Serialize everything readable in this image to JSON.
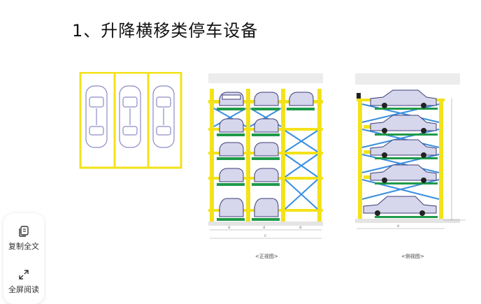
{
  "heading": "1、升降横移类停车设备",
  "figures": {
    "front_caption": "<正视图>",
    "side_caption": "<侧视图>",
    "dim_labels": [
      "a",
      "a",
      "a",
      "c",
      "e"
    ]
  },
  "toolbar": {
    "copy_label": "复制全文",
    "expand_label": "全屏阅读"
  },
  "colors": {
    "frame_yellow": "#f3e21a",
    "platform_green": "#1f9a4a",
    "brace_blue": "#3a8fe0",
    "car_outline": "#7a7ab8"
  },
  "icons": [
    "copy-icon",
    "expand-icon"
  ]
}
